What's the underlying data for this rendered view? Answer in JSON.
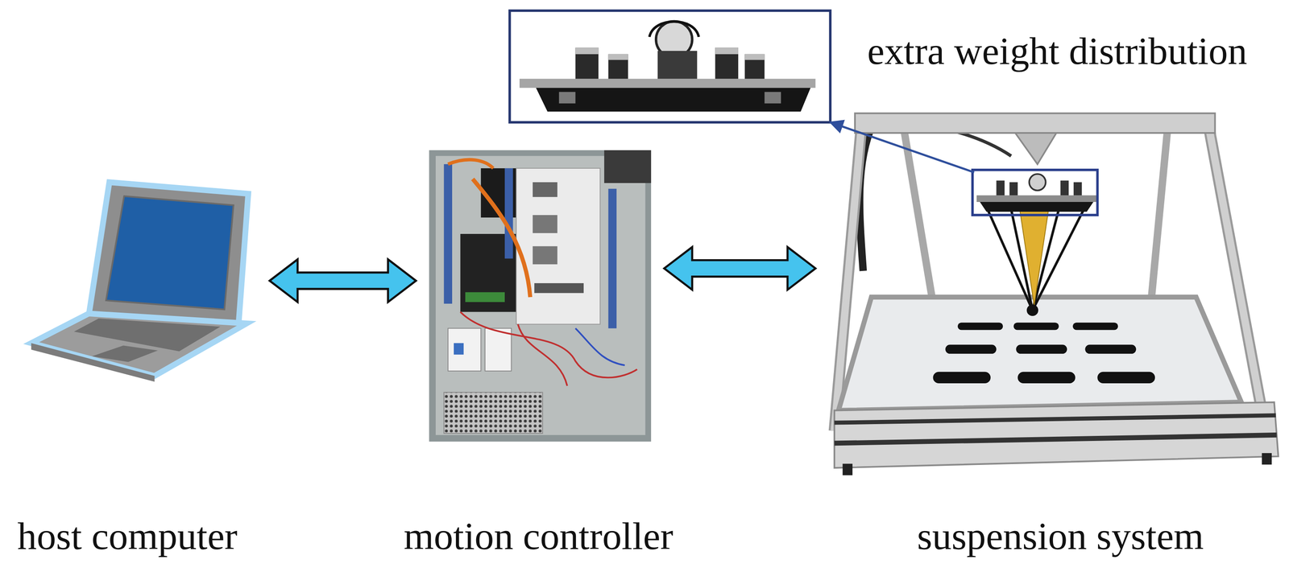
{
  "diagram": {
    "nodes": [
      {
        "text": [
          "host computer"
        ]
      },
      {
        "text": [
          "motion controller"
        ]
      },
      {
        "text": [
          "suspension system"
        ]
      },
      {
        "text": [
          "extra weight distribution"
        ]
      }
    ],
    "edges": [
      {
        "from": 0,
        "to": 1,
        "arrow": "both"
      },
      {
        "from": 1,
        "to": 2,
        "arrow": "both"
      },
      {
        "from": 2,
        "to": 3,
        "arrow": "to"
      }
    ]
  }
}
